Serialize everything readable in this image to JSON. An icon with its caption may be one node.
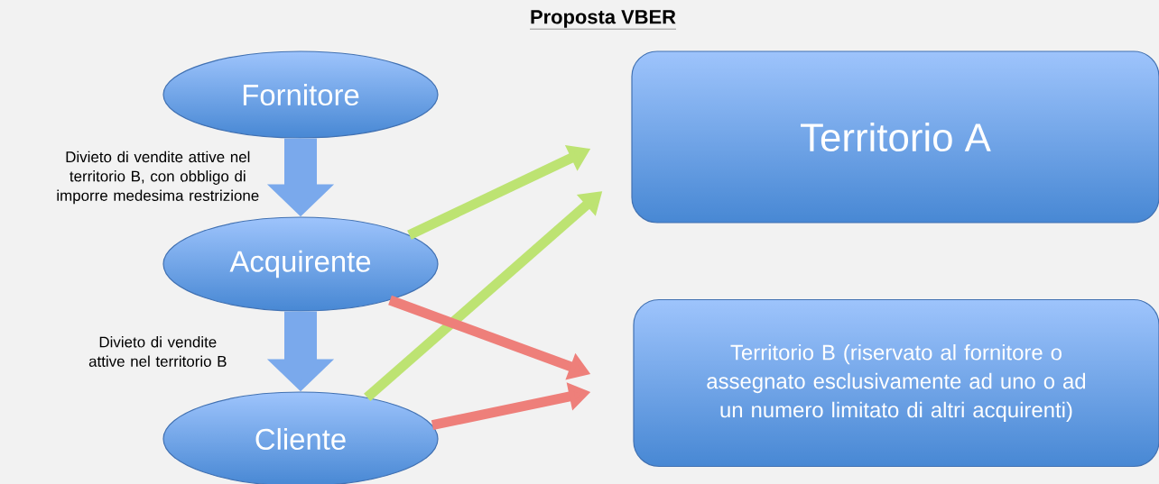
{
  "diagram": {
    "title": "Proposta VBER",
    "nodes": [
      {
        "text": [
          "Fornitore"
        ]
      },
      {
        "text": [
          "Acquirente"
        ]
      },
      {
        "text": [
          "Cliente"
        ]
      },
      {
        "text": [
          "Territorio A"
        ]
      },
      {
        "text": [
          "Territorio B (riservato al fornitore o assegnato esclusivamente ad uno o ad un numero limitato di altri acquirenti)"
        ]
      }
    ],
    "edges": [
      {
        "from": 0,
        "to": 1,
        "arrow": "to",
        "label": "Divieto di vendite attive nel territorio B, con obbligo di imporre medesima restrizione",
        "style": "thick",
        "color": "#7aa9ec"
      },
      {
        "from": 1,
        "to": 2,
        "arrow": "to",
        "label": "Divieto di vendite attive nel territorio B",
        "style": "thick",
        "color": "#7aa9ec"
      },
      {
        "from": 1,
        "to": 3,
        "arrow": "to",
        "color": "#bde372"
      },
      {
        "from": 2,
        "to": 3,
        "arrow": "to",
        "color": "#bde372"
      },
      {
        "from": 1,
        "to": 4,
        "arrow": "to",
        "color": "#ee7f7a"
      },
      {
        "from": 2,
        "to": 4,
        "arrow": "to",
        "color": "#ee7f7a"
      }
    ]
  }
}
